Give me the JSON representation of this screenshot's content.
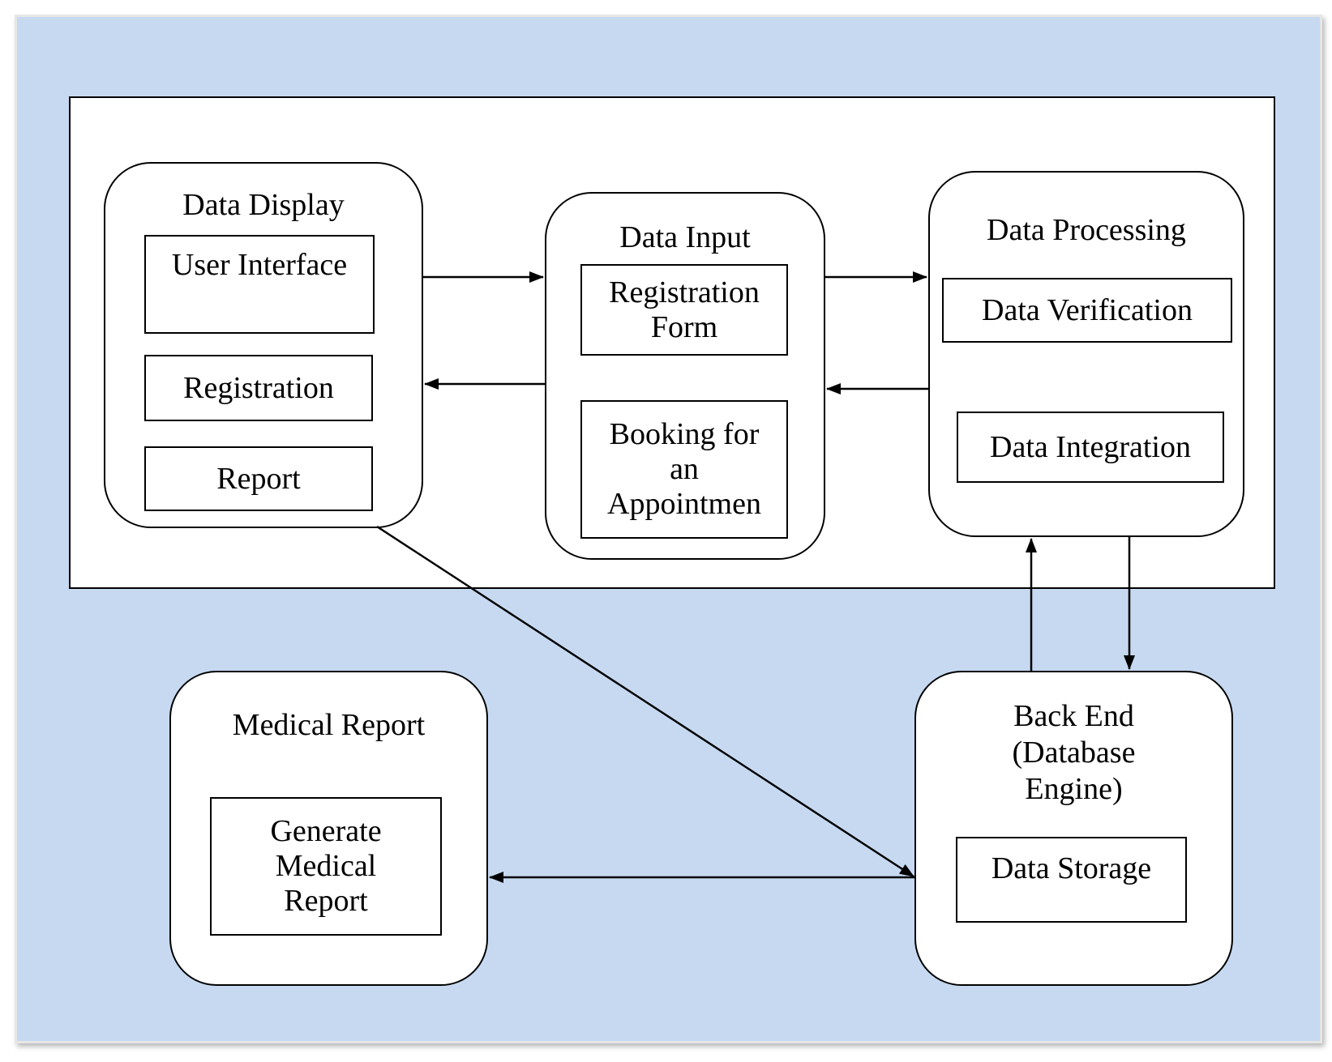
{
  "groups": {
    "data_display": {
      "title": "Data Display",
      "items": [
        "User Interface",
        "Registration",
        "Report"
      ]
    },
    "data_input": {
      "title": "Data Input",
      "items": [
        [
          "Registration",
          "Form"
        ],
        [
          "Booking for",
          "an",
          "Appointmen"
        ]
      ]
    },
    "data_processing": {
      "title": "Data Processing",
      "items": [
        "Data Verification",
        "Data Integration"
      ]
    },
    "medical_report": {
      "title": "Medical Report",
      "items": [
        [
          "Generate",
          "Medical",
          "Report"
        ]
      ]
    },
    "back_end": {
      "title_lines": [
        "Back End",
        "(Database",
        "Engine)"
      ],
      "items": [
        "Data Storage"
      ]
    }
  },
  "colors": {
    "background": "#c6d9f1",
    "lines": "#000000",
    "box_fill": "#ffffff"
  }
}
